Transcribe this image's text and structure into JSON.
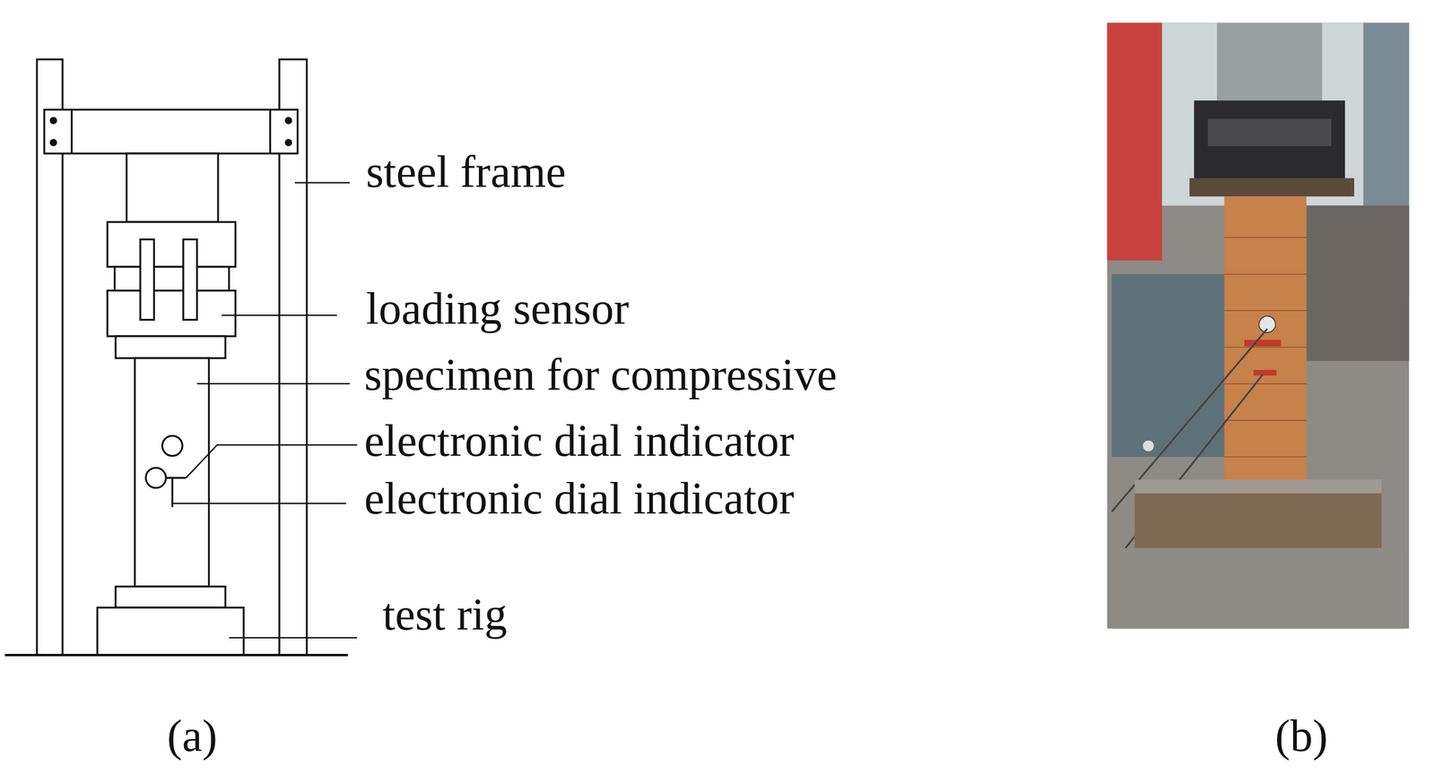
{
  "diagram": {
    "labels": [
      "steel frame",
      "loading sensor",
      "specimen for compressive",
      "electronic dial indicator",
      "electronic dial indicator",
      "test rig",
      "(a)",
      "(b)"
    ]
  }
}
